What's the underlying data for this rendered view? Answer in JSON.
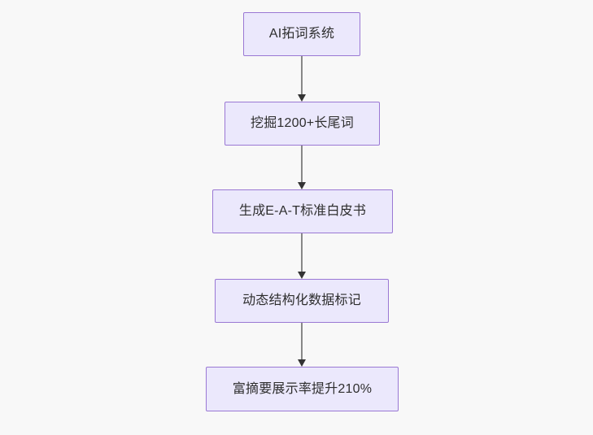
{
  "diagram": {
    "type": "flowchart",
    "orientation": "top-to-bottom",
    "background_color": "#f8f8f8",
    "node_fill_color": "#ebe8fc",
    "node_border_color": "#9a78d4",
    "node_text_color": "#2e2e2e",
    "connector_color": "#888888",
    "arrowhead_color": "#333333",
    "nodes": [
      {
        "id": "n1",
        "label": "AI拓词系统"
      },
      {
        "id": "n2",
        "label": "挖掘1200+长尾词"
      },
      {
        "id": "n3",
        "label": "生成E-A-T标准白皮书"
      },
      {
        "id": "n4",
        "label": "动态结构化数据标记"
      },
      {
        "id": "n5",
        "label": "富摘要展示率提升210%"
      }
    ],
    "edges": [
      {
        "from": "n1",
        "to": "n2",
        "label": ""
      },
      {
        "from": "n2",
        "to": "n3",
        "label": ""
      },
      {
        "from": "n3",
        "to": "n4",
        "label": ""
      },
      {
        "from": "n4",
        "to": "n5",
        "label": ""
      }
    ]
  }
}
